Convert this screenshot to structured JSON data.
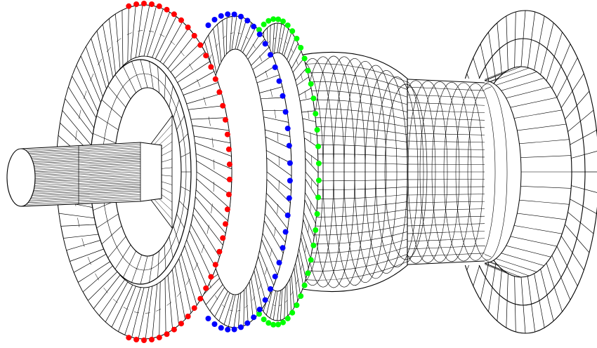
{
  "colors": {
    "background": "#ffffff",
    "wireframe": "#000000",
    "stage1_points": "#ff0000",
    "stage2_points": "#0000ff",
    "stage3_points": "#00ff00"
  },
  "marker_sets": [
    {
      "id": "stage-1-blade-tip-markers",
      "color_key": "stage1_points",
      "count": 40
    },
    {
      "id": "stage-2-blade-tip-markers",
      "color_key": "stage2_points",
      "count": 36
    },
    {
      "id": "stage-3-blade-tip-markers",
      "color_key": "stage3_points",
      "count": 36
    }
  ]
}
